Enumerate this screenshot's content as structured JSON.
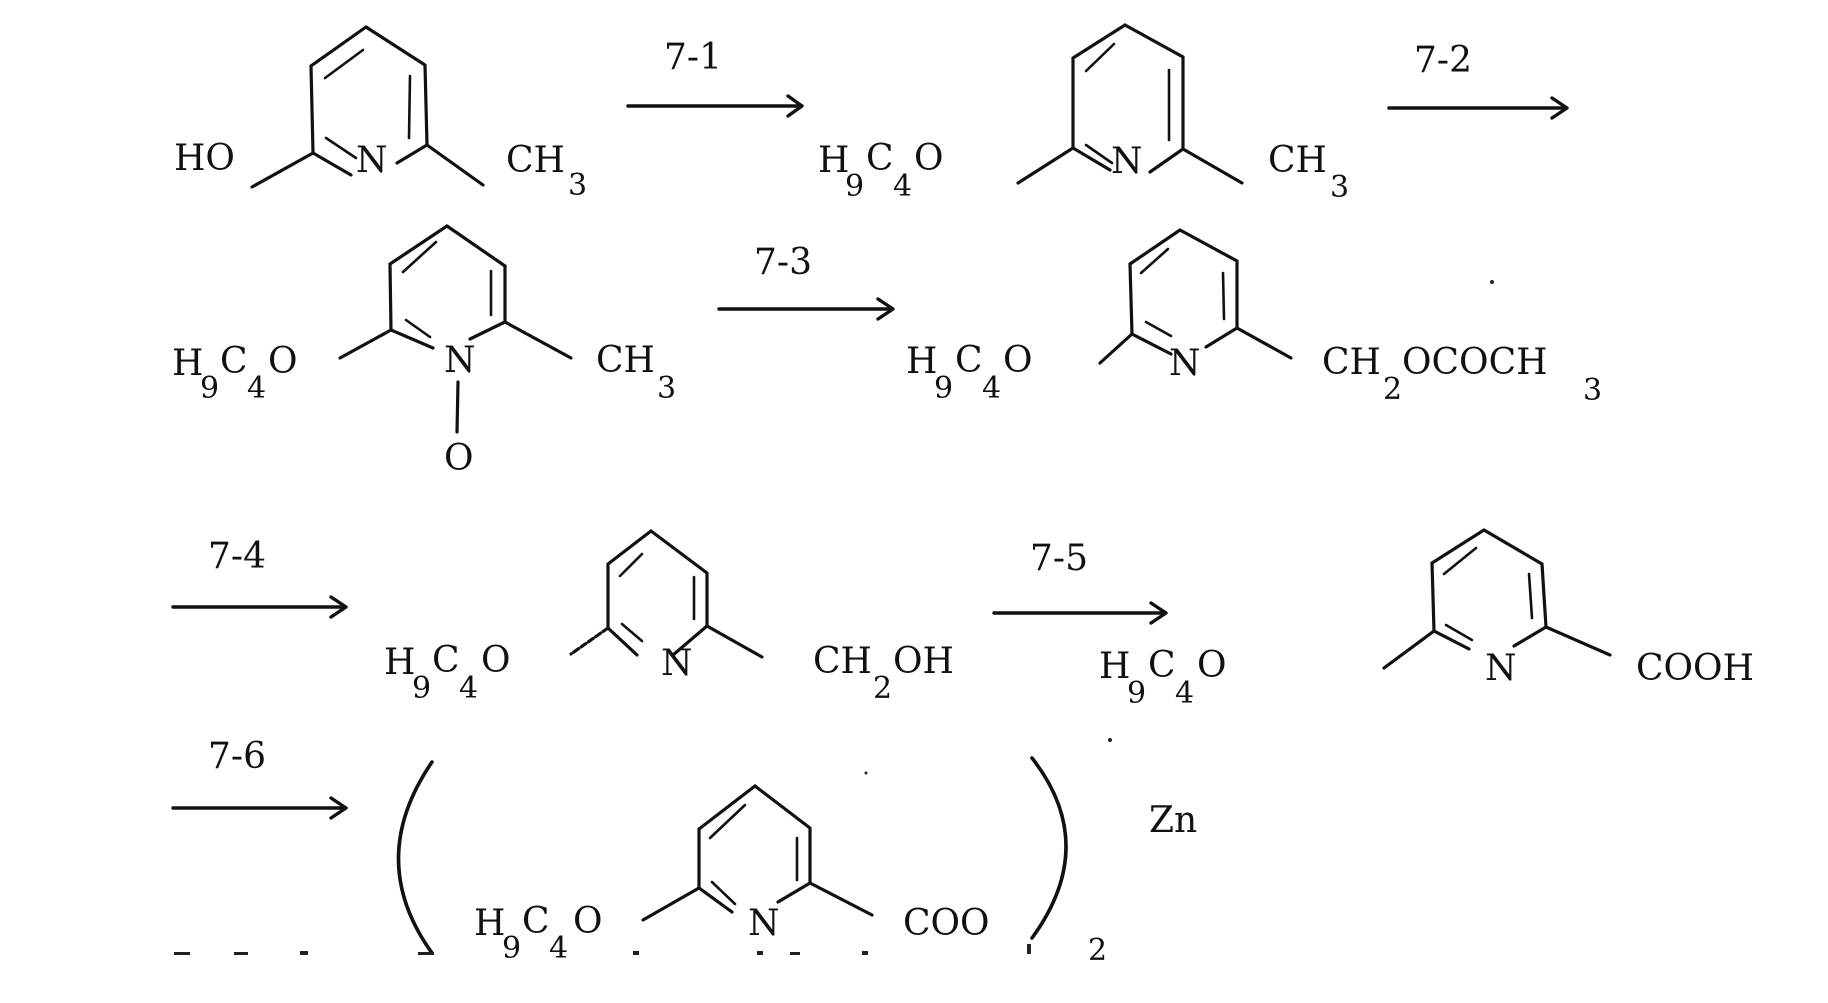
{
  "scheme": {
    "steps": [
      {
        "label": "7-1"
      },
      {
        "label": "7-2"
      },
      {
        "label": "7-3"
      },
      {
        "label": "7-4"
      },
      {
        "label": "7-5"
      },
      {
        "label": "7-6"
      }
    ],
    "compounds": [
      {
        "id": "c1",
        "left": "HO",
        "ring_atom": "N",
        "right": "CH",
        "right_sub": "3"
      },
      {
        "id": "c2",
        "left_h": "H",
        "left_h_sub": "9",
        "left_c": "C",
        "left_c_sub": "4",
        "left_o": "O",
        "ring_atom": "N",
        "right": "CH",
        "right_sub": "3"
      },
      {
        "id": "c3",
        "left_h": "H",
        "left_h_sub": "9",
        "left_c": "C",
        "left_c_sub": "4",
        "left_o": "O",
        "ring_atom": "N",
        "n_oxide": "O",
        "right": "CH",
        "right_sub": "3"
      },
      {
        "id": "c4",
        "left_h": "H",
        "left_h_sub": "9",
        "left_c": "C",
        "left_c_sub": "4",
        "left_o": "O",
        "ring_atom": "N",
        "right_a": "CH",
        "right_a_sub": "2",
        "right_b": "OCOCH",
        "right_b_sub": "3"
      },
      {
        "id": "c5",
        "left_h": "H",
        "left_h_sub": "9",
        "left_c": "C",
        "left_c_sub": "4",
        "left_o": "O",
        "ring_atom": "N",
        "right_a": "CH",
        "right_a_sub": "2",
        "right_b": "OH"
      },
      {
        "id": "c6",
        "left_h": "H",
        "left_h_sub": "9",
        "left_c": "C",
        "left_c_sub": "4",
        "left_o": "O",
        "ring_atom": "N",
        "right": "COOH"
      },
      {
        "id": "c7",
        "left_h": "H",
        "left_h_sub": "9",
        "left_c": "C",
        "left_c_sub": "4",
        "left_o": "O",
        "ring_atom": "N",
        "right": "COO",
        "multiplier": "2",
        "metal": "Zn"
      }
    ]
  }
}
